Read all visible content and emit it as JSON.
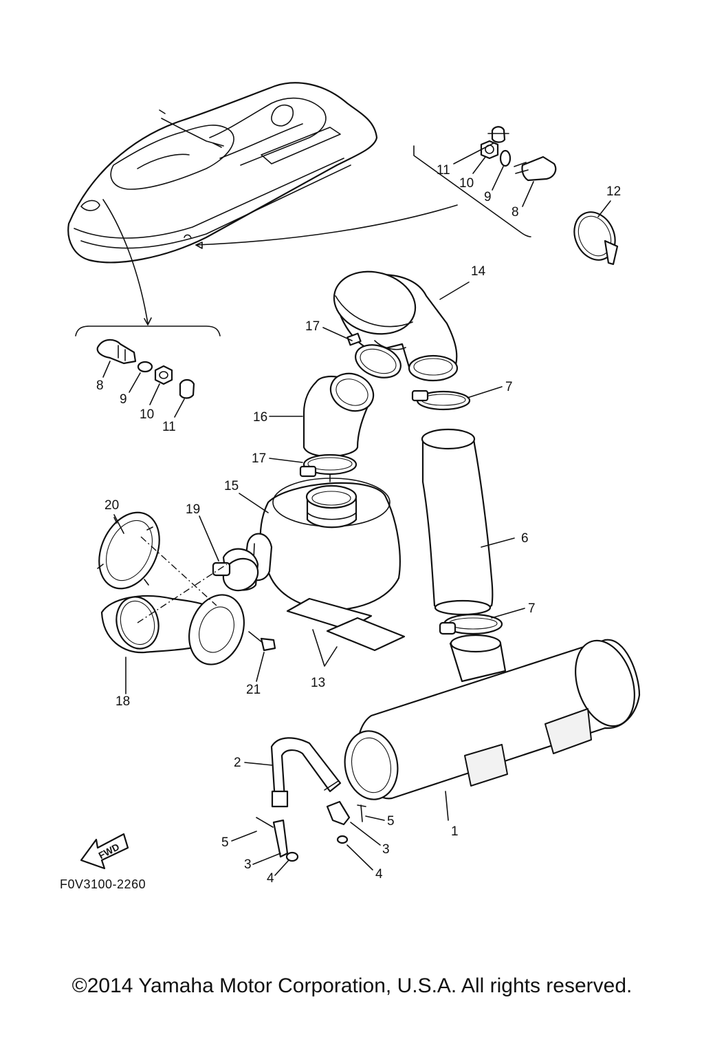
{
  "diagram": {
    "reference_code": "F0V3100-2260",
    "fwd_label": "FWD",
    "copyright": "©2014 Yamaha Motor Corporation, U.S.A. All rights reserved.",
    "callouts": [
      {
        "id": "c1",
        "label": "1"
      },
      {
        "id": "c2",
        "label": "2"
      },
      {
        "id": "c3a",
        "label": "3"
      },
      {
        "id": "c3b",
        "label": "3"
      },
      {
        "id": "c4a",
        "label": "4"
      },
      {
        "id": "c4b",
        "label": "4"
      },
      {
        "id": "c5a",
        "label": "5"
      },
      {
        "id": "c5b",
        "label": "5"
      },
      {
        "id": "c6",
        "label": "6"
      },
      {
        "id": "c7a",
        "label": "7"
      },
      {
        "id": "c7b",
        "label": "7"
      },
      {
        "id": "c8a",
        "label": "8"
      },
      {
        "id": "c8b",
        "label": "8"
      },
      {
        "id": "c9a",
        "label": "9"
      },
      {
        "id": "c9b",
        "label": "9"
      },
      {
        "id": "c10a",
        "label": "10"
      },
      {
        "id": "c10b",
        "label": "10"
      },
      {
        "id": "c11a",
        "label": "11"
      },
      {
        "id": "c11b",
        "label": "11"
      },
      {
        "id": "c12",
        "label": "12"
      },
      {
        "id": "c13",
        "label": "13"
      },
      {
        "id": "c14",
        "label": "14"
      },
      {
        "id": "c15",
        "label": "15"
      },
      {
        "id": "c16",
        "label": "16"
      },
      {
        "id": "c17a",
        "label": "17"
      },
      {
        "id": "c17b",
        "label": "17"
      },
      {
        "id": "c18",
        "label": "18"
      },
      {
        "id": "c19",
        "label": "19"
      },
      {
        "id": "c20",
        "label": "20"
      },
      {
        "id": "c21",
        "label": "21"
      }
    ]
  }
}
